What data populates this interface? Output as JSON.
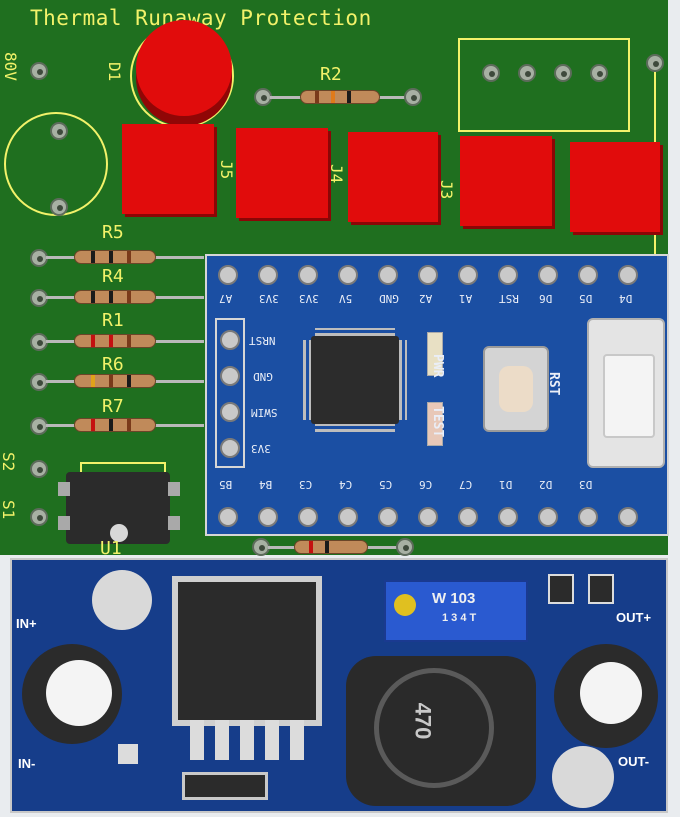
{
  "colors": {
    "pcb_green": "#1f6f1f",
    "silkscreen": "#f2f26a",
    "pad_red": "#e10c0c",
    "mcu_blue": "#1b4fa3",
    "buck_blue": "#163d8a"
  },
  "board": {
    "title": "Thermal Runaway Protection",
    "voltage_label": "80V",
    "d1_label": "D1",
    "r2_label": "R2",
    "resistors": [
      "R5",
      "R4",
      "R1",
      "R6",
      "R7"
    ],
    "connectors": [
      "J5",
      "J4",
      "J3"
    ],
    "switch_labels": [
      "S2",
      "S1"
    ],
    "u1_label": "U1"
  },
  "mcu": {
    "top_pins": [
      "A7",
      "3V3",
      "3V3",
      "5V",
      "GND",
      "A2",
      "A1",
      "RST",
      "D6",
      "D5",
      "D4"
    ],
    "side_pins": [
      "NRST",
      "GND",
      "SWIM",
      "3V3"
    ],
    "bottom_pins": [
      "B5",
      "B4",
      "C3",
      "C4",
      "C5",
      "C6",
      "C7",
      "D1",
      "D2",
      "D3"
    ],
    "pwr_label": "PWR",
    "test_label": "TEST",
    "rst_label": "RST"
  },
  "buck": {
    "in_plus": "IN+",
    "in_minus": "IN-",
    "out_plus": "OUT+",
    "out_minus": "OUT-",
    "pot_label": "W 103",
    "pot_code": "1 3 4 T",
    "inductor_label": "470"
  },
  "icons": [
    "led-icon",
    "resistor-icon",
    "chip-icon",
    "usb-port-icon",
    "potentiometer-icon",
    "inductor-icon",
    "capacitor-icon"
  ]
}
